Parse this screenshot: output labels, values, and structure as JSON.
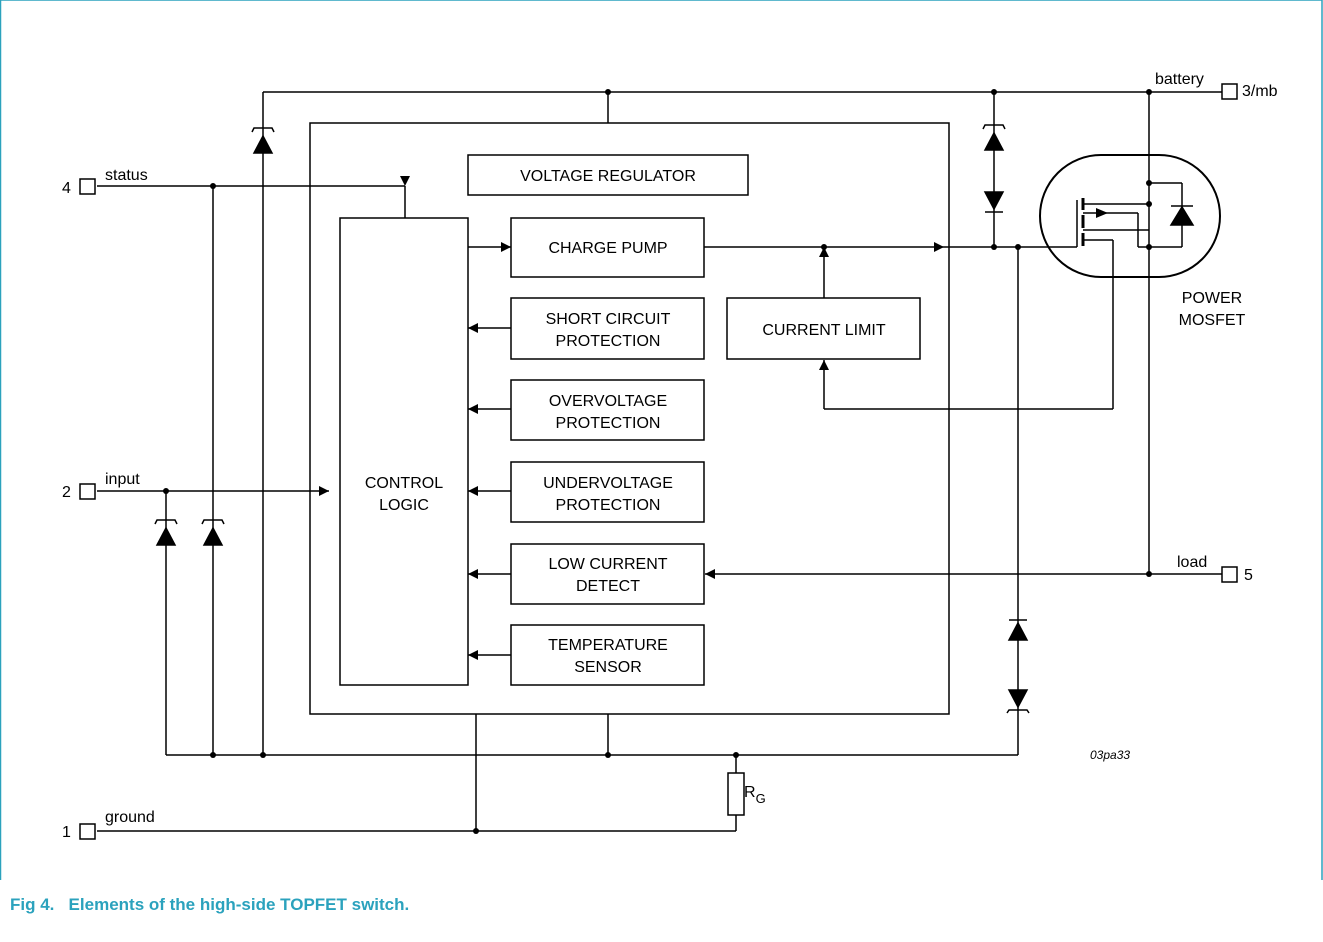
{
  "terminals": {
    "battery": {
      "name": "battery",
      "pin": "3/mb"
    },
    "status": {
      "name": "status",
      "pin": "4"
    },
    "input": {
      "name": "input",
      "pin": "2"
    },
    "ground": {
      "name": "ground",
      "pin": "1"
    },
    "load": {
      "name": "load",
      "pin": "5"
    }
  },
  "blocks": {
    "voltage_regulator": "VOLTAGE REGULATOR",
    "charge_pump": "CHARGE PUMP",
    "control_logic": [
      "CONTROL",
      "LOGIC"
    ],
    "short_circuit": [
      "SHORT CIRCUIT",
      "PROTECTION"
    ],
    "overvoltage": [
      "OVERVOLTAGE",
      "PROTECTION"
    ],
    "undervoltage": [
      "UNDERVOLTAGE",
      "PROTECTION"
    ],
    "low_current": [
      "LOW CURRENT",
      "DETECT"
    ],
    "temperature": [
      "TEMPERATURE",
      "SENSOR"
    ],
    "current_limit": "CURRENT LIMIT"
  },
  "mosfet": {
    "label": [
      "POWER",
      "MOSFET"
    ]
  },
  "resistor": {
    "label": "R",
    "subscript": "G"
  },
  "reference_code": "03pa33",
  "caption": "Fig 4.   Elements of the high-side TOPFET switch.",
  "colors": {
    "frame": "#2ba2bd",
    "caption": "#2ba2bd",
    "lines": "#000000"
  }
}
